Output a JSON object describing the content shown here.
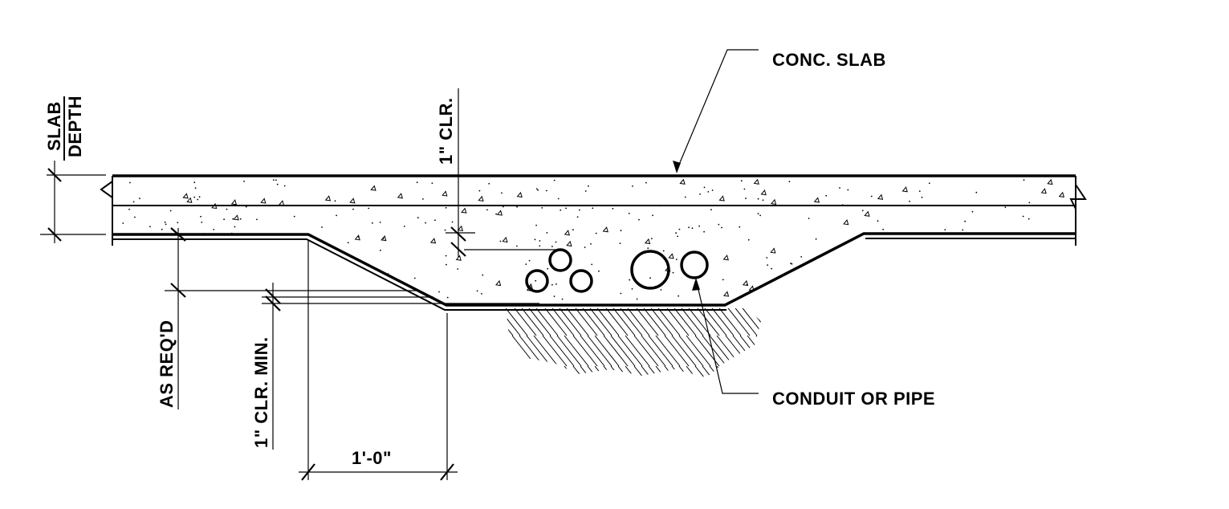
{
  "labels": {
    "conc_slab": "CONC. SLAB",
    "conduit": "CONDUIT OR PIPE",
    "slab": "SLAB",
    "depth": "DEPTH",
    "clr_1in": "1\" CLR.",
    "as_reqd": "AS REQ'D",
    "clr_min": "1\" CLR. MIN.",
    "width_1ft": "1'-0\""
  }
}
